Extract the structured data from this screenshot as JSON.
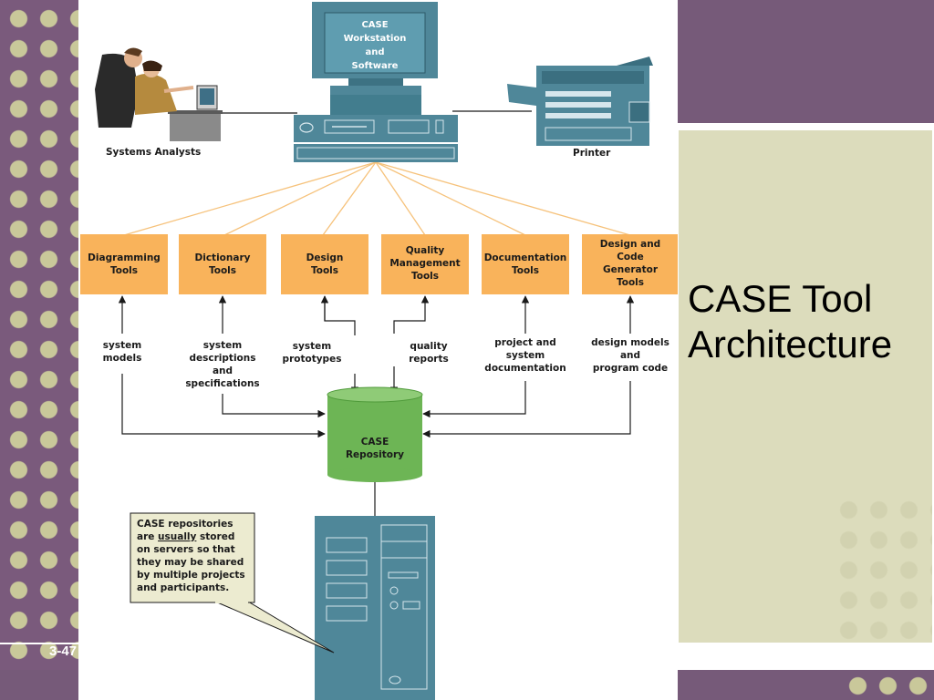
{
  "slide": {
    "title": "CASE Tool\nArchitecture",
    "number": "3-47"
  },
  "diagram": {
    "workstation": [
      "CASE",
      "Workstation",
      "and",
      "Software"
    ],
    "analysts_caption": "Systems Analysts",
    "printer_caption": "Printer",
    "tools": [
      {
        "lines": [
          "Diagramming",
          "Tools"
        ]
      },
      {
        "lines": [
          "Dictionary",
          "Tools"
        ]
      },
      {
        "lines": [
          "Design",
          "Tools"
        ]
      },
      {
        "lines": [
          "Quality",
          "Management",
          "Tools"
        ]
      },
      {
        "lines": [
          "Documentation",
          "Tools"
        ]
      },
      {
        "lines": [
          "Design and",
          "Code",
          "Generator",
          "Tools"
        ]
      }
    ],
    "flows": [
      {
        "lines": [
          "system",
          "models"
        ]
      },
      {
        "lines": [
          "system",
          "descriptions",
          "and",
          "specifications"
        ]
      },
      {
        "lines": [
          "system",
          "prototypes"
        ]
      },
      {
        "lines": [
          "quality",
          "reports"
        ]
      },
      {
        "lines": [
          "project and",
          "system",
          "documentation"
        ]
      },
      {
        "lines": [
          "design models",
          "and",
          "program code"
        ]
      }
    ],
    "repository": [
      "CASE",
      "Repository"
    ],
    "callout": {
      "line1": "CASE repositories",
      "line2_pre": "are ",
      "line2_emph": "usually",
      "line2_post": " stored",
      "line3": "on servers so that",
      "line4": "they may be shared",
      "line5": "by multiple projects",
      "line6": "and participants."
    }
  },
  "colors": {
    "purple": "#765a79",
    "khaki_panel": "#dcdcbc",
    "dot": "#c9c89a",
    "tool_box": "#f9b35b",
    "hardware_blue": "#4f8799",
    "repository_green": "#6db555",
    "fan_line": "#f6c27b"
  }
}
